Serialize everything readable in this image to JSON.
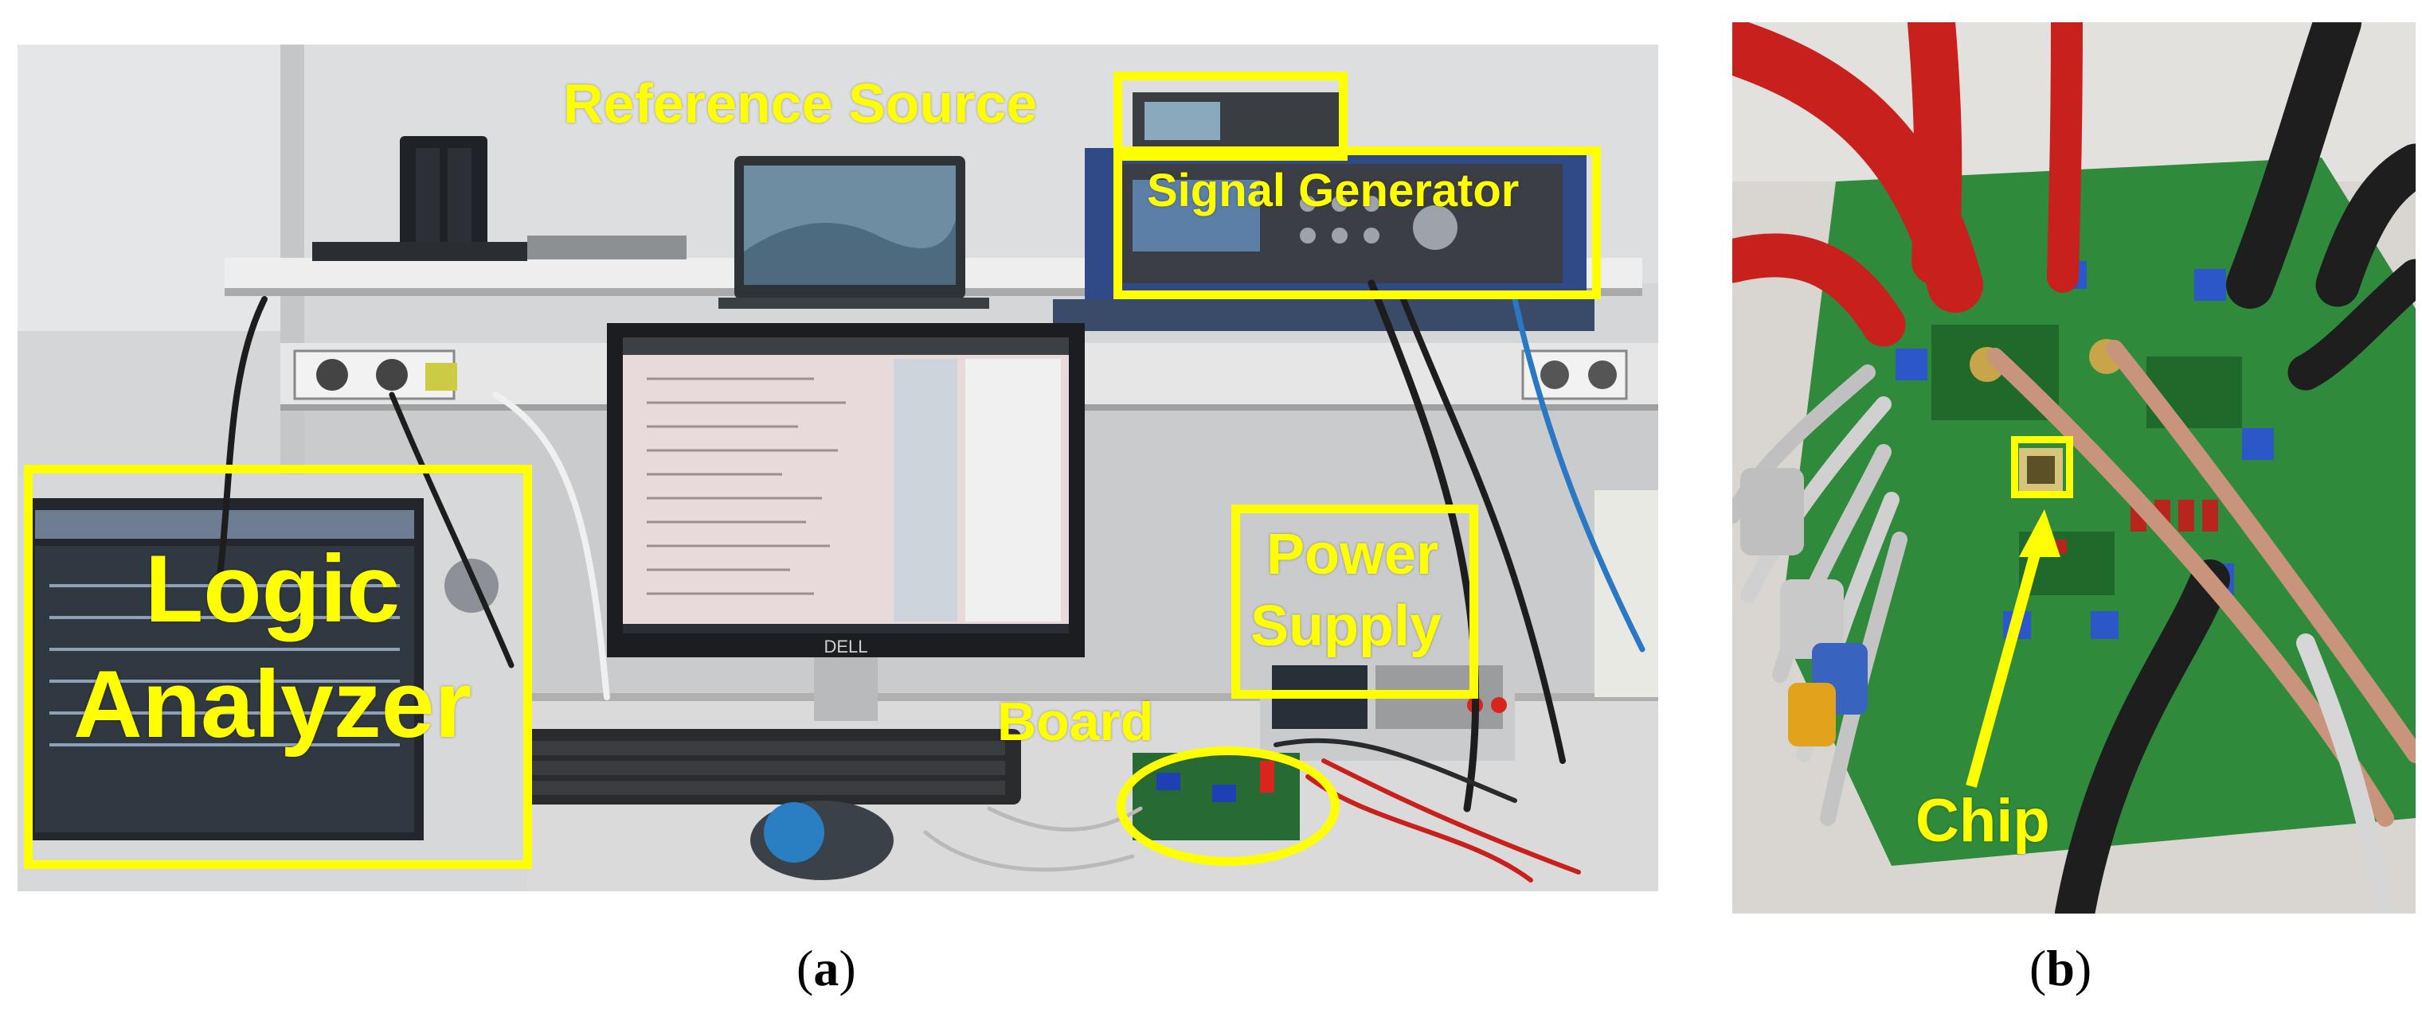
{
  "panel_a": {
    "labels": {
      "reference_source": "Reference Source",
      "signal_generator": "Signal Generator",
      "logic_analyzer_line1": "Logic",
      "logic_analyzer_line2": "Analyzer",
      "power_supply_line1": "Power",
      "power_supply_line2": "Supply",
      "board": "Board"
    },
    "monitor_brand": "DELL",
    "caption_letter": "a"
  },
  "panel_b": {
    "labels": {
      "chip": "Chip"
    },
    "caption_letter": "b"
  },
  "colors": {
    "annotation": "#ffff00",
    "pcb_green": "#2f8a3c",
    "cable_red": "#c8201c"
  }
}
